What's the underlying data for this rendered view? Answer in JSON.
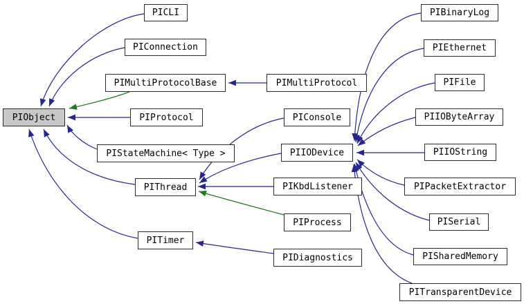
{
  "diagram": {
    "type": "class-inheritance-graph",
    "root_class": "PIObject",
    "colors": {
      "public_inheritance": "#26268c",
      "protected_inheritance": "#1f7a1f",
      "node_fill": "#ffffff",
      "node_border": "#2c2c2c",
      "selected_node_fill": "#c8c8c8"
    },
    "nodes": [
      {
        "id": "PICLI",
        "label": "PICLI",
        "selected": false
      },
      {
        "id": "PIConnection",
        "label": "PIConnection",
        "selected": false
      },
      {
        "id": "PIMultiProtocolBase",
        "label": "PIMultiProtocolBase",
        "selected": false
      },
      {
        "id": "PIObject",
        "label": "PIObject",
        "selected": true
      },
      {
        "id": "PIProtocol",
        "label": "PIProtocol",
        "selected": false
      },
      {
        "id": "PIStateMachine",
        "label": "PIStateMachine< Type >",
        "selected": false
      },
      {
        "id": "PIThread",
        "label": "PIThread",
        "selected": false
      },
      {
        "id": "PITimer",
        "label": "PITimer",
        "selected": false
      },
      {
        "id": "PIMultiProtocol",
        "label": "PIMultiProtocol",
        "selected": false
      },
      {
        "id": "PIConsole",
        "label": "PIConsole",
        "selected": false
      },
      {
        "id": "PIIODevice",
        "label": "PIIODevice",
        "selected": false
      },
      {
        "id": "PIKbdListener",
        "label": "PIKbdListener",
        "selected": false
      },
      {
        "id": "PIProcess",
        "label": "PIProcess",
        "selected": false
      },
      {
        "id": "PIDiagnostics",
        "label": "PIDiagnostics",
        "selected": false
      },
      {
        "id": "PIBinaryLog",
        "label": "PIBinaryLog",
        "selected": false
      },
      {
        "id": "PIEthernet",
        "label": "PIEthernet",
        "selected": false
      },
      {
        "id": "PIFile",
        "label": "PIFile",
        "selected": false
      },
      {
        "id": "PIIOByteArray",
        "label": "PIIOByteArray",
        "selected": false
      },
      {
        "id": "PIIOString",
        "label": "PIIOString",
        "selected": false
      },
      {
        "id": "PIPacketExtractor",
        "label": "PIPacketExtractor",
        "selected": false
      },
      {
        "id": "PISerial",
        "label": "PISerial",
        "selected": false
      },
      {
        "id": "PISharedMemory",
        "label": "PISharedMemory",
        "selected": false
      },
      {
        "id": "PITransparentDevice",
        "label": "PITransparentDevice",
        "selected": false
      }
    ],
    "edges": [
      {
        "from": "PICLI",
        "to": "PIObject",
        "style": "public"
      },
      {
        "from": "PIConnection",
        "to": "PIObject",
        "style": "public"
      },
      {
        "from": "PIMultiProtocolBase",
        "to": "PIObject",
        "style": "protected"
      },
      {
        "from": "PIProtocol",
        "to": "PIObject",
        "style": "public"
      },
      {
        "from": "PIStateMachine",
        "to": "PIObject",
        "style": "public"
      },
      {
        "from": "PIThread",
        "to": "PIObject",
        "style": "public"
      },
      {
        "from": "PITimer",
        "to": "PIObject",
        "style": "public"
      },
      {
        "from": "PIMultiProtocol",
        "to": "PIMultiProtocolBase",
        "style": "public"
      },
      {
        "from": "PIConsole",
        "to": "PIThread",
        "style": "public"
      },
      {
        "from": "PIIODevice",
        "to": "PIThread",
        "style": "public"
      },
      {
        "from": "PIKbdListener",
        "to": "PIThread",
        "style": "public"
      },
      {
        "from": "PIProcess",
        "to": "PIThread",
        "style": "protected"
      },
      {
        "from": "PIDiagnostics",
        "to": "PITimer",
        "style": "public"
      },
      {
        "from": "PIBinaryLog",
        "to": "PIIODevice",
        "style": "public"
      },
      {
        "from": "PIEthernet",
        "to": "PIIODevice",
        "style": "public"
      },
      {
        "from": "PIFile",
        "to": "PIIODevice",
        "style": "public"
      },
      {
        "from": "PIIOByteArray",
        "to": "PIIODevice",
        "style": "public"
      },
      {
        "from": "PIIOString",
        "to": "PIIODevice",
        "style": "public"
      },
      {
        "from": "PIPacketExtractor",
        "to": "PIIODevice",
        "style": "public"
      },
      {
        "from": "PISerial",
        "to": "PIIODevice",
        "style": "public"
      },
      {
        "from": "PISharedMemory",
        "to": "PIIODevice",
        "style": "public"
      },
      {
        "from": "PITransparentDevice",
        "to": "PIIODevice",
        "style": "public"
      }
    ]
  }
}
